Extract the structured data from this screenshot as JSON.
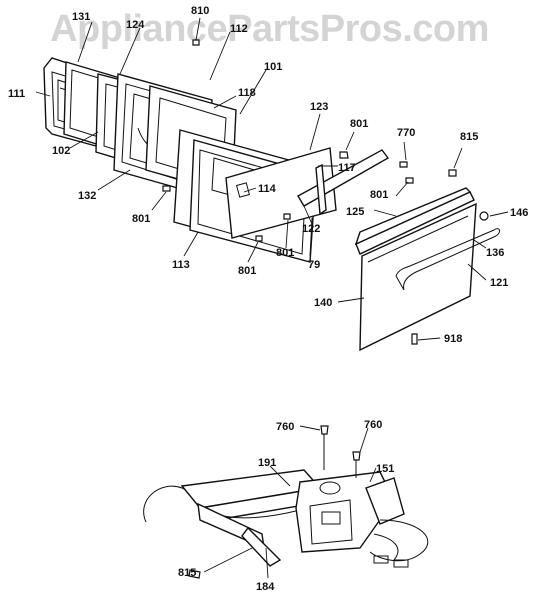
{
  "watermark": "AppliancePartsPros.com",
  "callouts": [
    {
      "id": "c131",
      "text": "131"
    },
    {
      "id": "c124",
      "text": "124"
    },
    {
      "id": "c810",
      "text": "810"
    },
    {
      "id": "c112",
      "text": "112"
    },
    {
      "id": "c111",
      "text": "111"
    },
    {
      "id": "c118",
      "text": "118"
    },
    {
      "id": "c101",
      "text": "101"
    },
    {
      "id": "c102",
      "text": "102"
    },
    {
      "id": "c123",
      "text": "123"
    },
    {
      "id": "c801a",
      "text": "801"
    },
    {
      "id": "c770",
      "text": "770"
    },
    {
      "id": "c815a",
      "text": "815"
    },
    {
      "id": "c132",
      "text": "132"
    },
    {
      "id": "c117",
      "text": "117"
    },
    {
      "id": "c114",
      "text": "114"
    },
    {
      "id": "c801b",
      "text": "801"
    },
    {
      "id": "c801c",
      "text": "801"
    },
    {
      "id": "c125",
      "text": "125"
    },
    {
      "id": "c146",
      "text": "146"
    },
    {
      "id": "c122",
      "text": "122"
    },
    {
      "id": "c801d",
      "text": "801"
    },
    {
      "id": "c136",
      "text": "136"
    },
    {
      "id": "c113",
      "text": "113"
    },
    {
      "id": "c801e",
      "text": "801"
    },
    {
      "id": "c79",
      "text": "79"
    },
    {
      "id": "c121",
      "text": "121"
    },
    {
      "id": "c140",
      "text": "140"
    },
    {
      "id": "c918",
      "text": "918"
    },
    {
      "id": "c760a",
      "text": "760"
    },
    {
      "id": "c760b",
      "text": "760"
    },
    {
      "id": "c191",
      "text": "191"
    },
    {
      "id": "c151",
      "text": "151"
    },
    {
      "id": "c815b",
      "text": "815"
    },
    {
      "id": "c184",
      "text": "184"
    }
  ]
}
